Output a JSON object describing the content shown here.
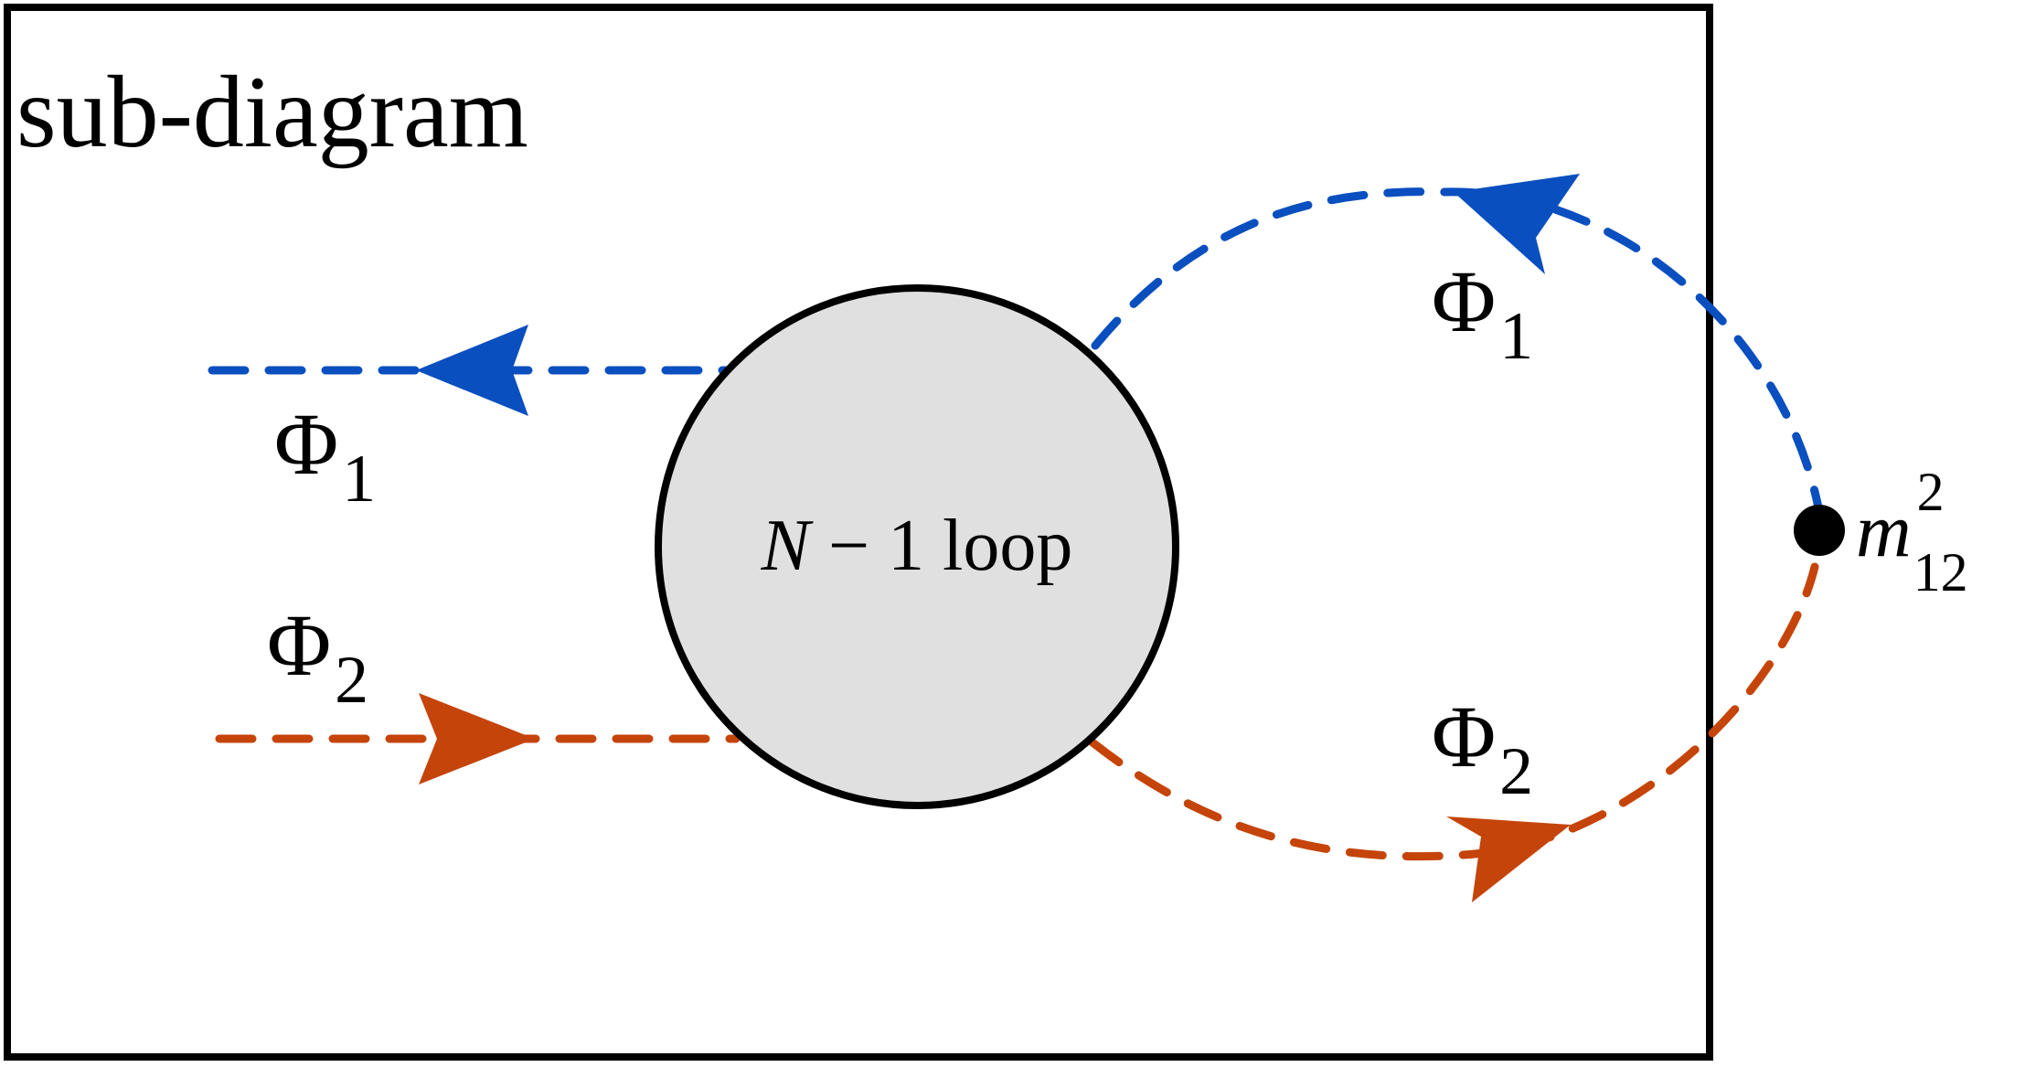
{
  "title": "sub-diagram",
  "blob": {
    "label_var": "N",
    "label_rest": " − 1 loop"
  },
  "fields": {
    "phi1_left": {
      "symbol": "Φ",
      "sub": "1"
    },
    "phi2_left": {
      "symbol": "Φ",
      "sub": "2"
    },
    "phi1_right": {
      "symbol": "Φ",
      "sub": "1"
    },
    "phi2_right": {
      "symbol": "Φ",
      "sub": "2"
    }
  },
  "vertex": {
    "mass": "m",
    "sup": "2",
    "sub": "12"
  },
  "colors": {
    "phi1": "#0a4fbf",
    "phi2": "#c5440a",
    "blob_fill": "#e0e0e0",
    "outline": "#000000"
  }
}
